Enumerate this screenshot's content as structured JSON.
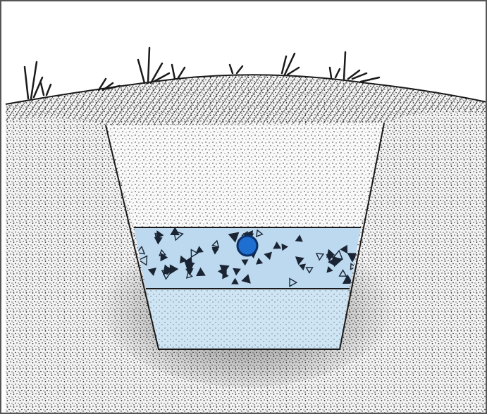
{
  "diagram": {
    "colors": {
      "sky": "#ffffff",
      "soil_fill": "#f4f4f4",
      "soil_dot": "#1a1a1a",
      "dark_zone": "#2a2a2a",
      "gravel_layer": "#bcd9ef",
      "sand_layer": "#cfe5f4",
      "pipe": "#1f6fd1",
      "pipe_outline": "#0b2f66",
      "outline": "#1a1a1a",
      "rock": "#1a2433"
    },
    "layers": [
      {
        "id": "surface-soil"
      },
      {
        "id": "trench-backfill"
      },
      {
        "id": "gravel-layer"
      },
      {
        "id": "sand-layer"
      }
    ],
    "components": [
      {
        "id": "grass"
      },
      {
        "id": "perforated-pipe"
      }
    ]
  }
}
